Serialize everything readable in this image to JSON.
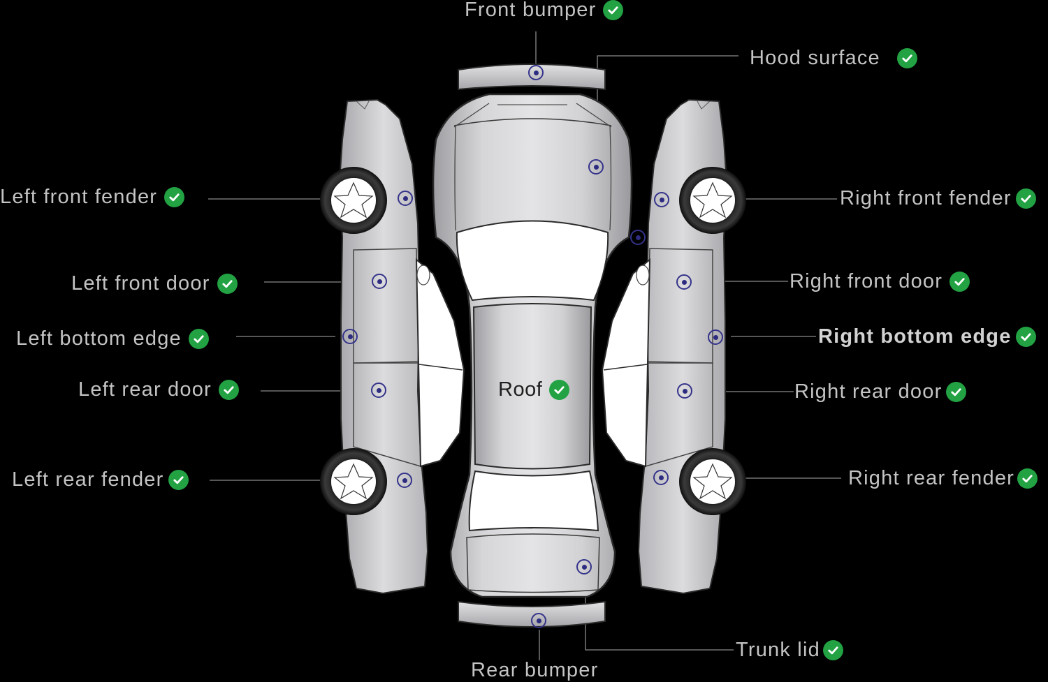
{
  "colors": {
    "background": "#000000",
    "body": "#c9c9cb",
    "outline": "#2a2a2a",
    "check": "#22a243",
    "marker": "#34338a",
    "label": "#c4c4c4"
  },
  "icons": {
    "status": "check-circle-icon",
    "point": "inspection-point-icon"
  },
  "labels": {
    "front_bumper": "Front bumper",
    "hood_surface": "Hood surface",
    "left_front_fender": "Left front fender",
    "right_front_fender": "Right front fender",
    "left_front_door": "Left front door",
    "right_front_door": "Right front door",
    "left_bottom_edge": "Left bottom edge",
    "right_bottom_edge": "Right bottom edge",
    "left_rear_door": "Left rear door",
    "right_rear_door": "Right rear door",
    "roof": "Roof",
    "left_rear_fender": "Left rear fender",
    "right_rear_fender": "Right rear fender",
    "trunk_lid": "Trunk lid",
    "rear_bumper": "Rear bumper"
  },
  "status": {
    "front_bumper": "checked",
    "hood_surface": "checked",
    "left_front_fender": "checked",
    "right_front_fender": "checked",
    "left_front_door": "checked",
    "right_front_door": "checked",
    "left_bottom_edge": "checked",
    "right_bottom_edge": "checked",
    "left_rear_door": "checked",
    "right_rear_door": "checked",
    "roof": "checked",
    "left_rear_fender": "checked",
    "right_rear_fender": "checked",
    "trunk_lid": "checked",
    "rear_bumper": "unchecked"
  }
}
